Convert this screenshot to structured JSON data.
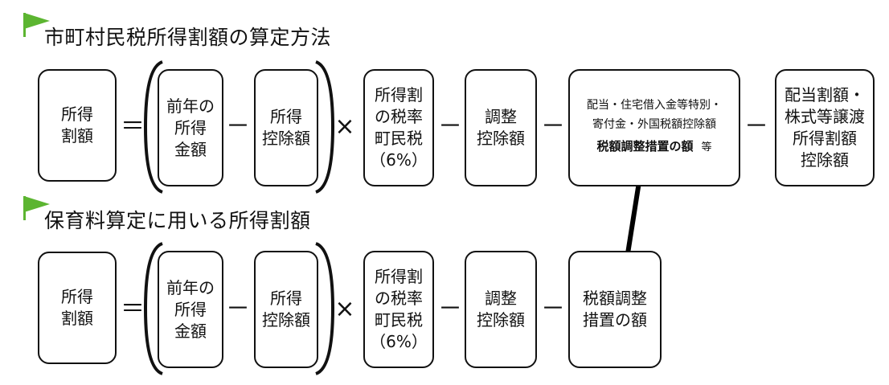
{
  "section1": {
    "title": "市町村民税所得割額の算定方法",
    "box_shotoku_wariagaku": [
      "所得",
      "割額"
    ],
    "op_equals": "＝",
    "box_zennen_shotoku": [
      "前年の",
      "所得",
      "金額"
    ],
    "op_minus_1": "－",
    "box_shotoku_kojo": [
      "所得",
      "控除額"
    ],
    "op_times": "×",
    "box_zeiritsu": [
      "所得割",
      "の税率",
      "町民税",
      "（6%）"
    ],
    "op_minus_2": "－",
    "box_chosei_kojo": [
      "調整",
      "控除額"
    ],
    "op_minus_3": "－",
    "box_haito_kojo": {
      "line1": "配当・住宅借入金等特別・",
      "line2": "寄付金・外国税額控除額",
      "line3_bold": "税額調整措置の額",
      "line3_suffix": "等"
    },
    "op_minus_4": "－",
    "box_kabushiki_kojo": [
      "配当割額・",
      "株式等譲渡",
      "所得割額",
      "控除額"
    ]
  },
  "section2": {
    "title": "保育料算定に用いる所得割額",
    "box_shotoku_wariagaku": [
      "所得",
      "割額"
    ],
    "op_equals": "＝",
    "box_zennen_shotoku": [
      "前年の",
      "所得",
      "金額"
    ],
    "op_minus_1": "－",
    "box_shotoku_kojo": [
      "所得",
      "控除額"
    ],
    "op_times": "×",
    "box_zeiritsu": [
      "所得割",
      "の税率",
      "町民税",
      "（6%）"
    ],
    "op_minus_2": "－",
    "box_chosei_kojo": [
      "調整",
      "控除額"
    ],
    "op_minus_3": "－",
    "box_zeigaku_chosei": [
      "税額調整",
      "措置の額"
    ]
  },
  "colors": {
    "flag": "#5cb531",
    "border": "#111111",
    "background": "#ffffff"
  }
}
